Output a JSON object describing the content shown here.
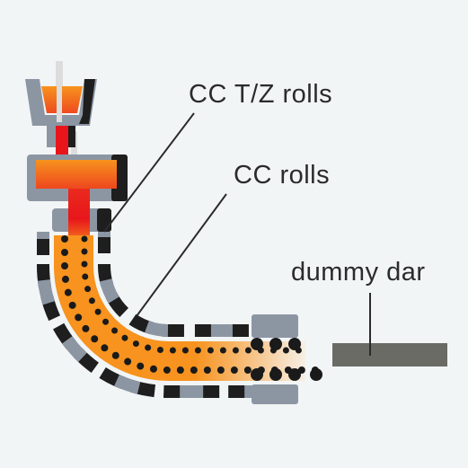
{
  "labels": {
    "tz_rolls": "CC T/Z rolls",
    "cc_rolls": "CC rolls",
    "dummy_bar": "dummy dar"
  },
  "colors": {
    "background": "#f2f5f6",
    "steel_hot": "#e8161b",
    "steel_orange": "#f7931e",
    "steel_fade": "#f7efe6",
    "roll_grey": "#8c96a3",
    "roll_dark": "#1e1e1e",
    "dummy_bar": "#6b6b66",
    "dots": "#1a1a1a",
    "text": "#2b2b2b"
  }
}
